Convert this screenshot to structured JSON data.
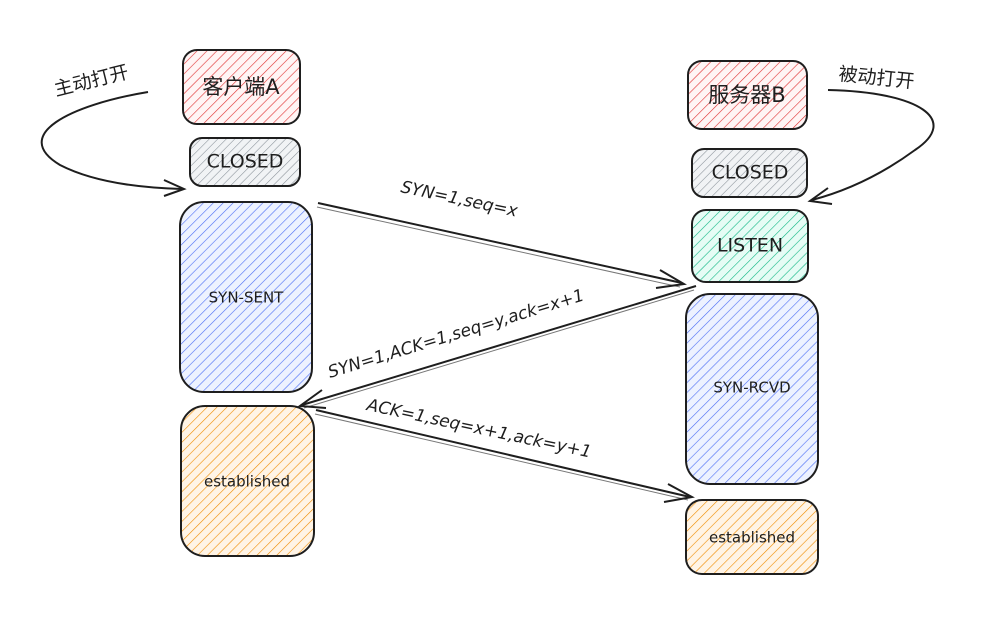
{
  "client": {
    "name": "客户端A",
    "open_mode": "主动打开",
    "states": [
      "CLOSED",
      "SYN-SENT",
      "established"
    ]
  },
  "server": {
    "name": "服务器B",
    "open_mode": "被动打开",
    "states": [
      "CLOSED",
      "LISTEN",
      "SYN-RCVD",
      "established"
    ]
  },
  "messages": [
    "SYN=1,seq=x",
    "SYN=1,ACK=1,seq=y,ack=x+1",
    "ACK=1,seq=x+1,ack=y+1"
  ],
  "colors": {
    "red": "#e03131",
    "gray": "#868e96",
    "blue": "#4c6ef5",
    "teal": "#12b886",
    "orange": "#f08c00",
    "ink": "#1e1e1e"
  }
}
